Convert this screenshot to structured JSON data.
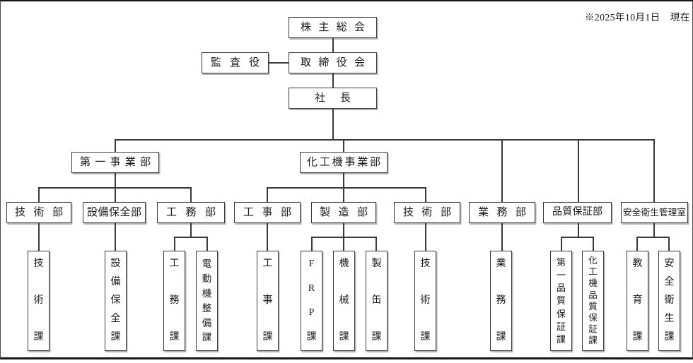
{
  "note": {
    "as_of": "※2025年10月1日　現在"
  },
  "colors": {
    "line": "#3a3a3a",
    "background": "#ffffff",
    "box_shadow": "#b3b3b3"
  },
  "governance": {
    "shareholders_meeting": "株主総会",
    "auditor": "監査役",
    "board_of_directors": "取締役会",
    "president": "社長"
  },
  "divisions": [
    {
      "label": "第一事業部",
      "parent": "社長"
    },
    {
      "label": "化工機事業部",
      "parent": "社長"
    }
  ],
  "departments": [
    {
      "label": "技術部",
      "parent": "第一事業部"
    },
    {
      "label": "設備保全部",
      "parent": "第一事業部"
    },
    {
      "label": "工務部",
      "parent": "第一事業部"
    },
    {
      "label": "工事部",
      "parent": "化工機事業部"
    },
    {
      "label": "製造部",
      "parent": "化工機事業部"
    },
    {
      "label": "技術部",
      "parent": "化工機事業部"
    },
    {
      "label": "業務部",
      "parent": "社長"
    },
    {
      "label": "品質保証部",
      "parent": "社長"
    },
    {
      "label": "安全衛生管理室",
      "parent": "社長"
    }
  ],
  "sections": [
    {
      "label": "技術課",
      "parent": "技術部（第一事業部）"
    },
    {
      "label": "設備保全課",
      "parent": "設備保全部"
    },
    {
      "label": "工務課",
      "parent": "工務部"
    },
    {
      "label": "電動機整備課",
      "parent": "工務部"
    },
    {
      "label": "工事課",
      "parent": "工事部"
    },
    {
      "label": "FRP課",
      "parent": "製造部"
    },
    {
      "label": "機械課",
      "parent": "製造部"
    },
    {
      "label": "製缶課",
      "parent": "製造部"
    },
    {
      "label": "技術課",
      "parent": "技術部（化工機事業部）"
    },
    {
      "label": "業務課",
      "parent": "業務部"
    },
    {
      "label": "第一品質保証課",
      "parent": "品質保証部"
    },
    {
      "label": "化工機品質保証課",
      "parent": "品質保証部"
    },
    {
      "label": "教育課",
      "parent": "安全衛生管理室"
    },
    {
      "label": "安全衛生課",
      "parent": "安全衛生管理室"
    }
  ]
}
